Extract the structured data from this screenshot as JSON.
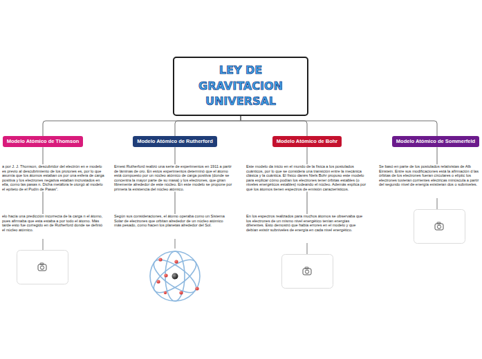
{
  "diagram": {
    "title": "LEY DE GRAVITACION UNIVERSAL",
    "nodes": [
      {
        "text": [
          "LEY DE GRAVITACION UNIVERSAL"
        ]
      },
      {
        "text": [
          "Modelo Atómico de Thomson"
        ]
      },
      {
        "text": [
          "Modelo Atómico de Rutherford"
        ]
      },
      {
        "text": [
          "Modelo Atómico de Bohr"
        ]
      },
      {
        "text": [
          "Modelo Atómico de Sommerfeld"
        ]
      },
      {
        "text": [
          "a por J. J. Thomson, descubridor del electrón en e modelo es previo al descubrimiento de los protones es, por lo que asumía que los átomos estaban os por una esfera de carga positiva y los electrones negativa estaban incrustados en ella, como las pasas n. Dicha metáfora le otorgó al modelo el epíteto de el Pudín de Pasas”."
        ]
      },
      {
        "text": [
          "elo hacía una predicción incorrecta de la carga n el átomo, pues afirmaba que esta estaba a por todo el átomo. Más tarde esto fue corregido en de Rutherford donde se definió el núcleo atómico."
        ]
      },
      {
        "text": [
          "Ernest Rutherford realizó una serie de experimentos en 1911 a partir de láminas de oro. En estos experimentos determinó que el átomo está compuesto por un núcleo atómico de carga positiva (donde se concentra la mayor parte de su masa) y los electrones, que giran libremente alrededor de este núcleo. En este modelo se propone por primera la existencia del núcleo atómico."
        ]
      },
      {
        "text": [
          "Según sus consideraciones, el átomo operaba como un Sistema Solar de electrones que orbitan alrededor de un núcleo atómico más pesado, como hacen los planetas alrededor del Sol."
        ]
      },
      {
        "text": [
          "Este modelo da inicio en el mundo de la física a los postulados cuánticos, por lo que se considera una transición entre la mecánica clásica  y la cuántica. El físico danés Niels Bohr propuso este modelo para explicar cómo podían los electrones tener órbitas estables (o niveles energéticos estables) rodeando el núcleo. Además explica por qué los átomos tienen espectros de emisión característicos."
        ]
      },
      {
        "text": [
          "En los espectros realizados para muchos átomos se observaba que los electrones de un mismo nivel energético tenían energías diferentes. Esto demostró que había errores en el modelo y que debían existir subniveles de energía en cada nivel energético."
        ]
      },
      {
        "text": [
          "Se basó en parte de los postulados relativistas de Alb Einstein. Entre sus modificaciones está la afirmación d las órbitas de los electrones fueran circulares o elíptic los electrones tuvieran corrientes eléctricas minúscula a partir del segundo nivel de energía existieran dos o subniveles."
        ]
      }
    ],
    "edges": [
      {
        "from": 0,
        "to": 1,
        "arrow": "none"
      },
      {
        "from": 0,
        "to": 2,
        "arrow": "none"
      },
      {
        "from": 0,
        "to": 3,
        "arrow": "none"
      },
      {
        "from": 0,
        "to": 4,
        "arrow": "none"
      },
      {
        "from": 1,
        "to": 5,
        "arrow": "none"
      },
      {
        "from": 5,
        "to": 6,
        "arrow": "none"
      },
      {
        "from": 2,
        "to": 7,
        "arrow": "none"
      },
      {
        "from": 7,
        "to": 8,
        "arrow": "none"
      },
      {
        "from": 3,
        "to": 9,
        "arrow": "none"
      },
      {
        "from": 9,
        "to": 10,
        "arrow": "none"
      },
      {
        "from": 4,
        "to": 11,
        "arrow": "none"
      }
    ]
  }
}
